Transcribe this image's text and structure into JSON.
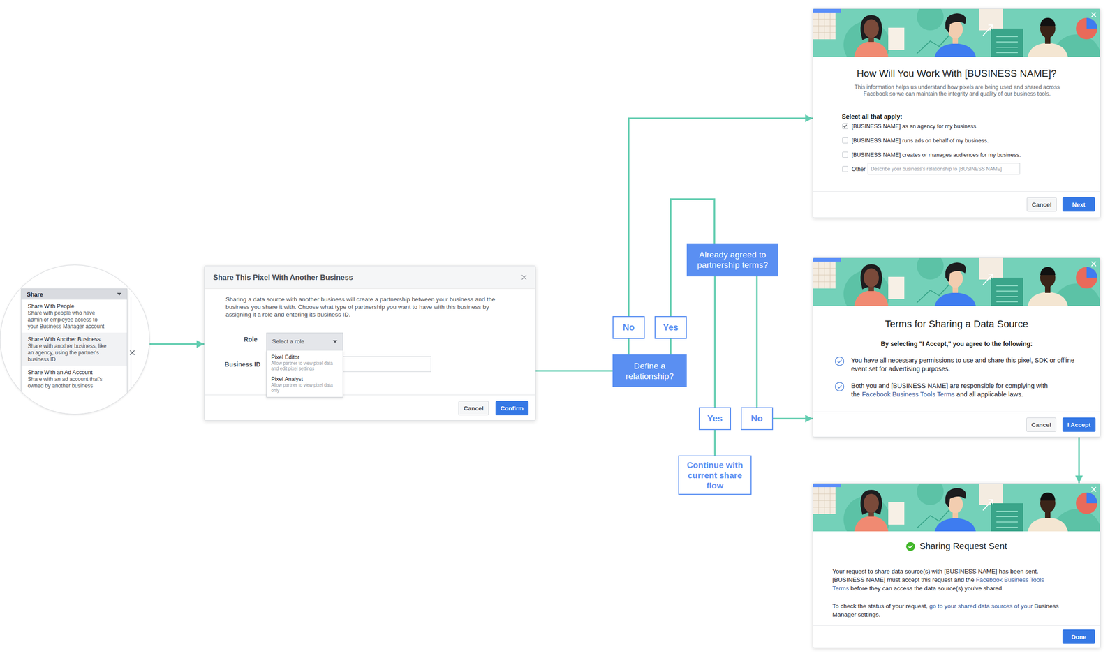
{
  "diagram": {
    "nodes": [
      {
        "text": [
          "Share",
          "Share With People",
          "Share with people who have admin or employee access to your Business Manager account",
          "Share With Another Business",
          "Share with another business, like an agency, using the partner's business ID",
          "Share With an Ad Account",
          "Share with an ad account that's owned by another business"
        ]
      },
      {
        "text": [
          "Share This Pixel With Another Business",
          "Sharing a data source with another business will create a partnership between your business and the business you share it with. Choose what type of partnership you want to have with this business by assigning it a role and entering its business ID.",
          "Role",
          "Business ID"
        ]
      },
      {
        "text": [
          "Select a role"
        ],
        "in": 1
      },
      {
        "text": [
          "Pixel Editor",
          "Allow partner to view pixel data and edit pixel settings",
          "Pixel Analyst",
          "Allow partner to view pixel data only"
        ],
        "in": 1
      },
      {
        "text": [
          "Cancel"
        ],
        "in": 1
      },
      {
        "text": [
          "Confirm"
        ],
        "in": 1
      },
      {
        "text": [
          "Define a relationship?"
        ]
      },
      {
        "text": [
          "No"
        ]
      },
      {
        "text": [
          "Yes"
        ]
      },
      {
        "text": [
          "Already agreed to partnership terms?"
        ]
      },
      {
        "text": [
          "Yes"
        ]
      },
      {
        "text": [
          "No"
        ]
      },
      {
        "text": [
          "Continue with current share flow"
        ]
      },
      {
        "text": [
          "How Will You Work With [BUSINESS NAME]?",
          "This information helps us understand how pixels are being used and shared across Facebook so we can maintain the integrity and quality of our business tools.",
          "Select all that apply:",
          "[BUSINESS NAME] as an agency for my business.",
          "[BUSINESS NAME] runs ads on behalf of my business.",
          "[BUSINESS NAME] creates or manages audiences for my business.",
          "Other"
        ]
      },
      {
        "text": [
          "Describe your business's relationship to [BUSINESS NAME]"
        ],
        "in": 13
      },
      {
        "text": [
          "Cancel"
        ],
        "in": 13
      },
      {
        "text": [
          "Next"
        ],
        "in": 13
      },
      {
        "text": [
          "Terms for Sharing a Data Source",
          "By selecting \"I Accept,\" you agree to the following:",
          "You have all necessary permissions to use and share this pixel, SDK or offline event set for advertising purposes.",
          "Both you and [BUSINESS NAME] are responsible for complying with the",
          "Facebook Business Tools Terms",
          "and all applicable laws."
        ]
      },
      {
        "text": [
          "Cancel"
        ],
        "in": 17
      },
      {
        "text": [
          "I Accept"
        ],
        "in": 17
      },
      {
        "text": [
          "Sharing Request Sent",
          "Your request to share data source(s) with [BUSINESS NAME] has been sent. [BUSINESS NAME] must accept this request and the",
          "Facebook Business Tools Terms",
          "before they can access the data source(s) you've shared.",
          "To check the status of your request,",
          "go to your shared data sources of your",
          "Business Manager settings."
        ]
      },
      {
        "text": [
          "Done"
        ],
        "in": 20
      }
    ],
    "edges": [
      {
        "from": 0,
        "to": 1,
        "arrow": "to"
      },
      {
        "from": 1,
        "to": 6,
        "arrow": "none"
      },
      {
        "from": 6,
        "to": 7,
        "arrow": "none"
      },
      {
        "from": 6,
        "to": 8,
        "arrow": "none"
      },
      {
        "from": 7,
        "to": 13,
        "arrow": "to"
      },
      {
        "from": 8,
        "to": 9,
        "arrow": "none"
      },
      {
        "from": 9,
        "to": 10,
        "arrow": "none"
      },
      {
        "from": 9,
        "to": 11,
        "arrow": "none"
      },
      {
        "from": 10,
        "to": 12,
        "arrow": "none"
      },
      {
        "from": 11,
        "to": 17,
        "arrow": "to"
      },
      {
        "from": 17,
        "to": 20,
        "arrow": "to"
      }
    ]
  }
}
